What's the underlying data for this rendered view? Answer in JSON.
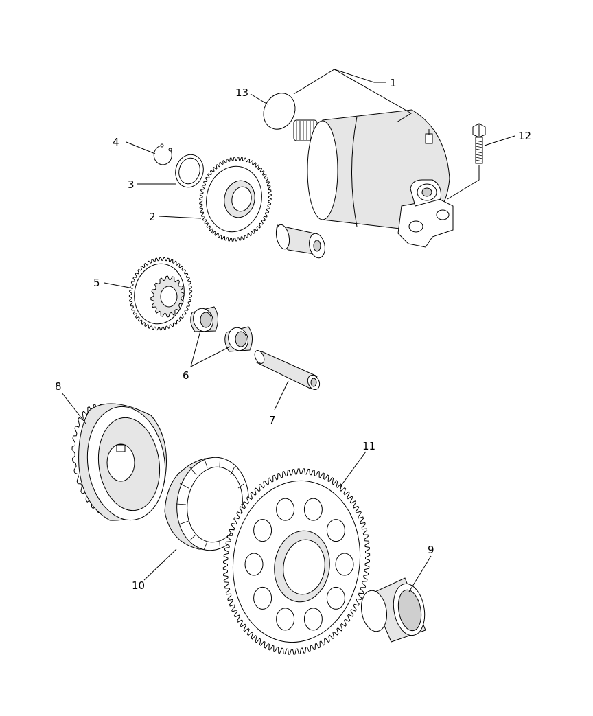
{
  "callouts": {
    "c1": "1",
    "c2": "2",
    "c3": "3",
    "c4": "4",
    "c5": "5",
    "c6": "6",
    "c7": "7",
    "c8": "8",
    "c9": "9",
    "c10": "10",
    "c11": "11",
    "c12": "12",
    "c13": "13"
  },
  "colors": {
    "line": "#000000",
    "background": "#ffffff",
    "shade": "#e6e6e6"
  }
}
